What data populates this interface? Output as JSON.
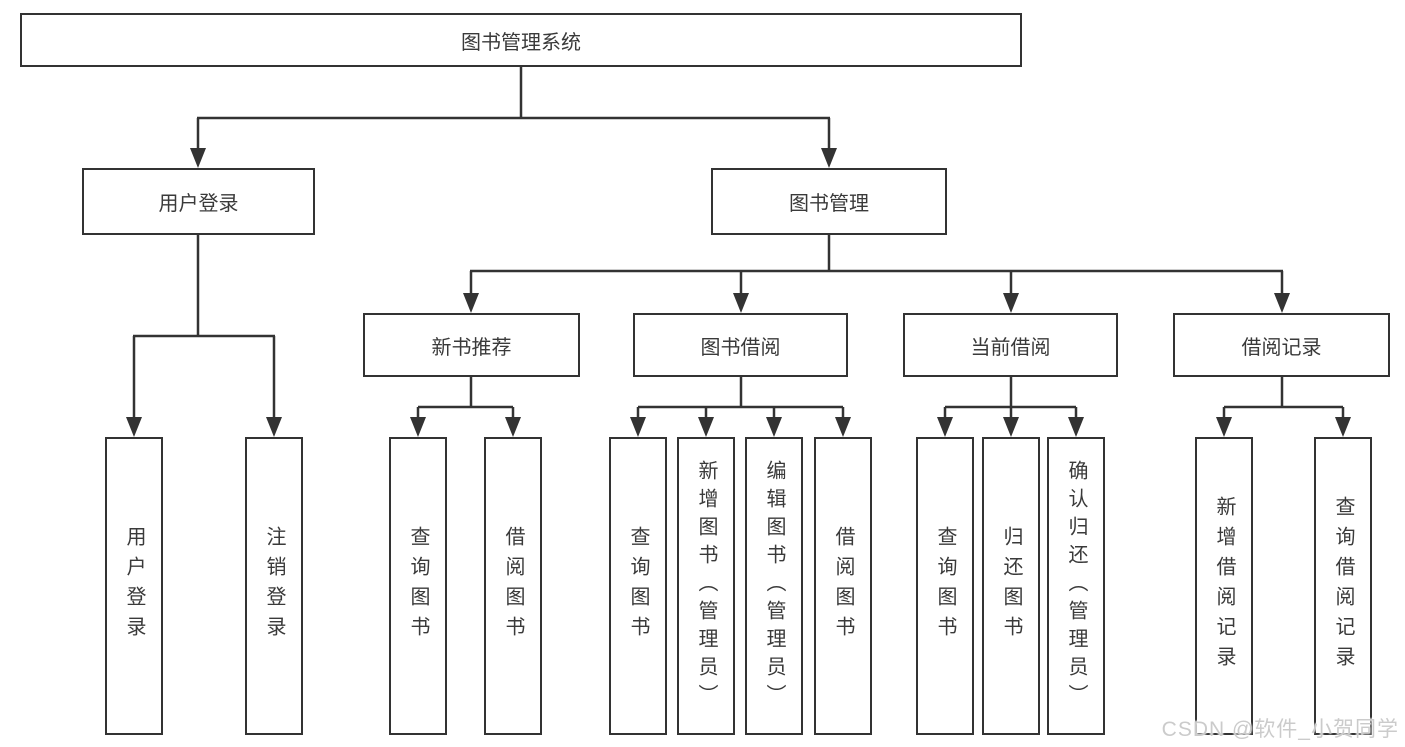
{
  "diagram": {
    "root": {
      "label": "图书管理系统"
    },
    "level2": [
      {
        "label": "用户登录",
        "children": [
          {
            "label": "用户登录"
          },
          {
            "label": "注销登录"
          }
        ]
      },
      {
        "label": "图书管理",
        "children": [
          {
            "label": "新书推荐",
            "children": [
              {
                "label": "查询图书"
              },
              {
                "label": "借阅图书"
              }
            ]
          },
          {
            "label": "图书借阅",
            "children": [
              {
                "label": "查询图书"
              },
              {
                "label": "新增图书（管理员）"
              },
              {
                "label": "编辑图书（管理员）"
              },
              {
                "label": "借阅图书"
              }
            ]
          },
          {
            "label": "当前借阅",
            "children": [
              {
                "label": "查询图书"
              },
              {
                "label": "归还图书"
              },
              {
                "label": "确认归还（管理员）"
              }
            ]
          },
          {
            "label": "借阅记录",
            "children": [
              {
                "label": "新增借阅记录"
              },
              {
                "label": "查询借阅记录"
              }
            ]
          }
        ]
      }
    ]
  },
  "watermark": {
    "text": "CSDN @软件_小贺同学"
  },
  "colors": {
    "line": "#333333",
    "box_border": "#333333",
    "text": "#3a3a3a",
    "background": "#ffffff",
    "watermark": "#cbcbcb"
  }
}
